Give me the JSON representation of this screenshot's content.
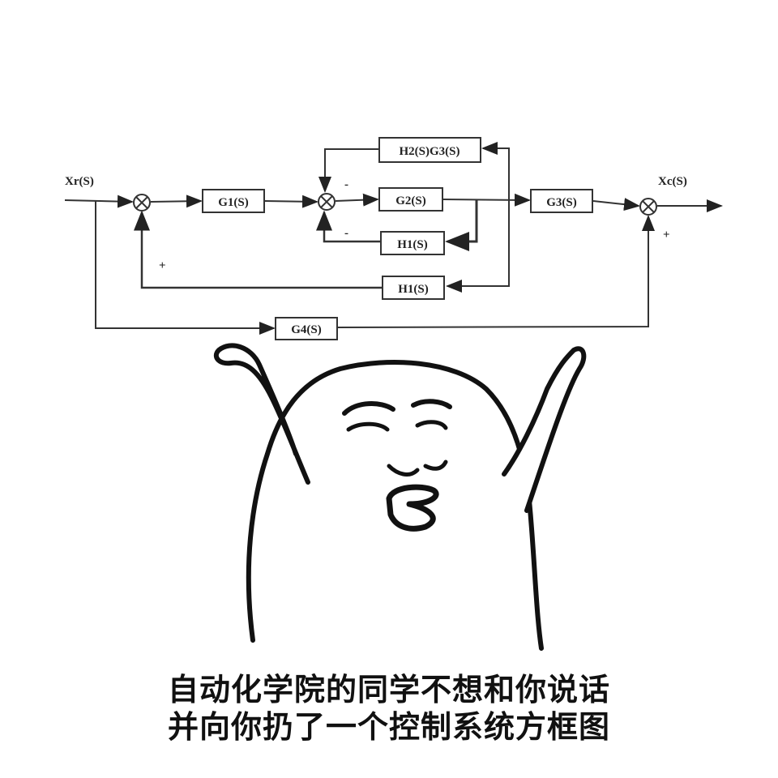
{
  "diagram": {
    "input_label": "Xr(S)",
    "output_label": "Xc(S)",
    "blocks": {
      "g1": "G1(S)",
      "g2": "G2(S)",
      "g3": "G3(S)",
      "g4": "G4(S)",
      "h2g3": "H2(S)G3(S)",
      "h1_inner": "H1(S)",
      "h1_outer": "H1(S)"
    },
    "signs": {
      "summer2_top": "-",
      "summer2_bottom": "-",
      "summer1_bottom": "+",
      "summer3_bottom": "+"
    }
  },
  "caption": {
    "line1": "自动化学院的同学不想和你说话",
    "line2": "并向你扔了一个控制系统方框图"
  }
}
